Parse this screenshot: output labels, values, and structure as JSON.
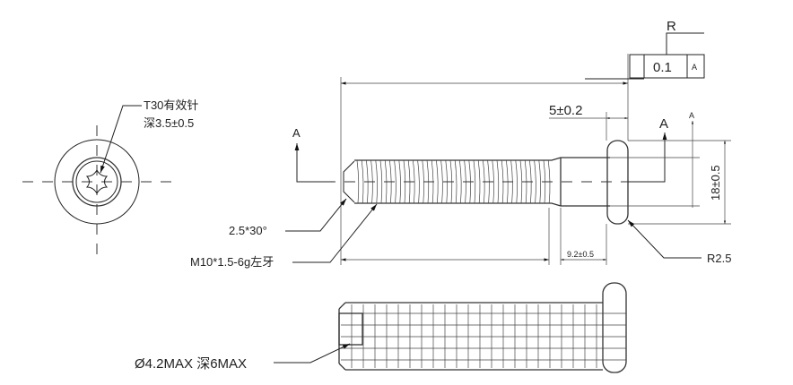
{
  "end_view": {
    "leader_label_line1": "T30有效针",
    "leader_label_line2": "深3.5±0.5"
  },
  "side_view": {
    "section_mark_left": "A",
    "section_mark_right": "A",
    "datum_mark": "A",
    "chamfer_label": "2.5*30°",
    "thread_label": "M10*1.5-6g左牙",
    "head_offset_dim": "5±0.2",
    "head_diameter_dim": "18±0.5",
    "shank_length_dim": "9.2±0.5",
    "fillet_label": "R2.5",
    "tolerance_frame": {
      "reference": "R",
      "value": "0.1",
      "datum": "A"
    }
  },
  "bottom_view": {
    "hole_label": "Ø4.2MAX 深6MAX"
  }
}
